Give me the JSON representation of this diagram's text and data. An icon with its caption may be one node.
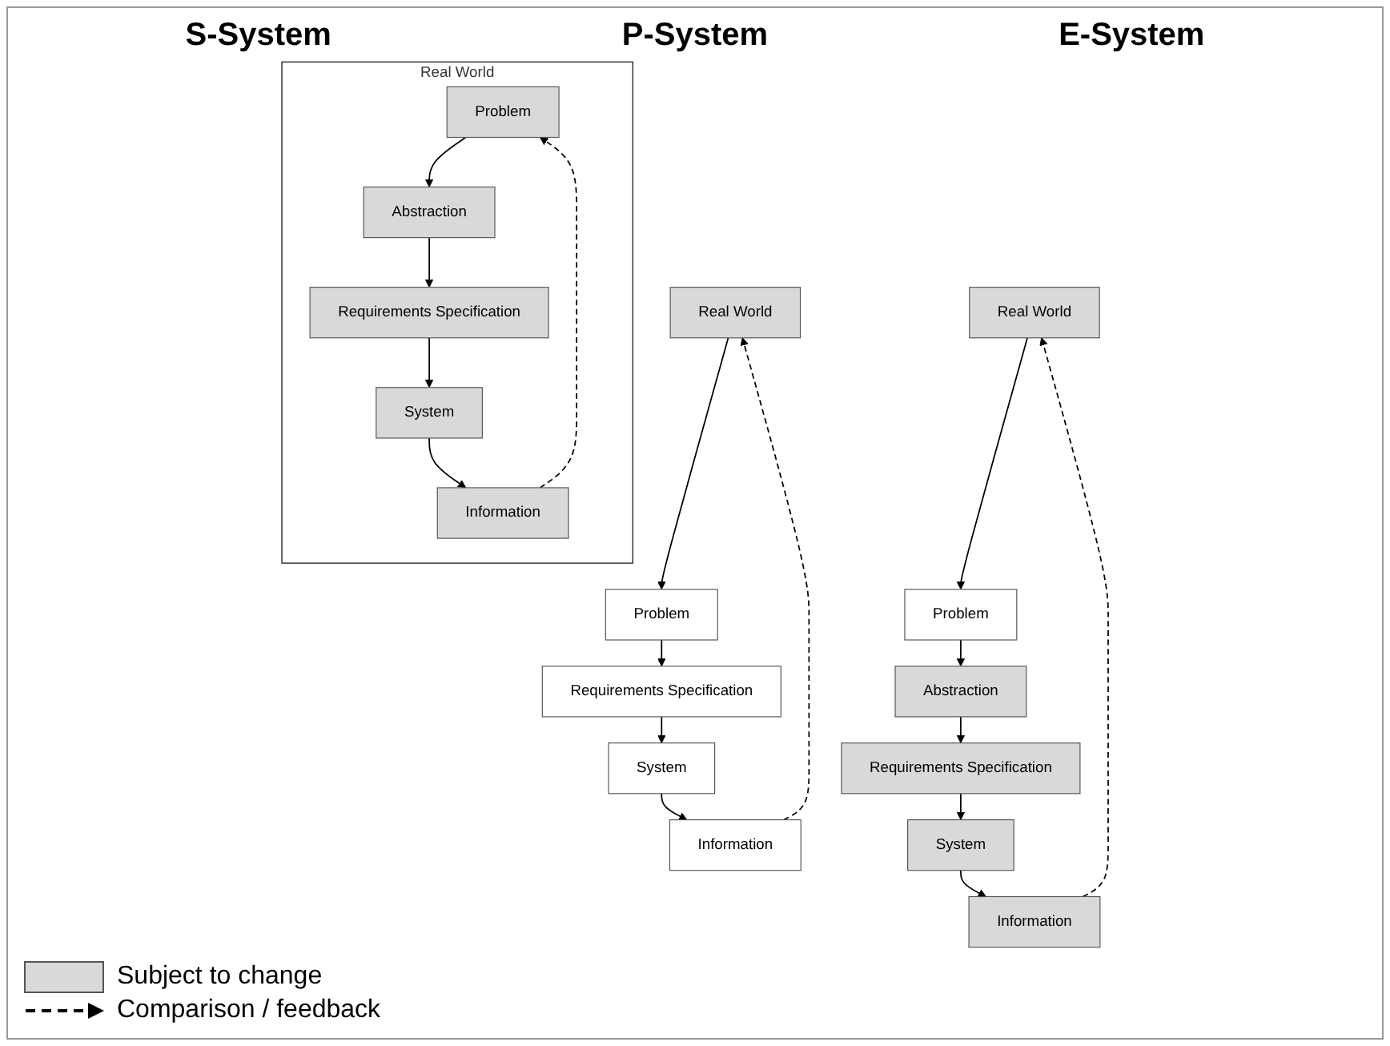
{
  "diagram": {
    "nodes": [
      {
        "text": [
          "Real World"
        ]
      },
      {
        "text": [
          "Problem"
        ]
      },
      {
        "text": [
          "Requirements Specification"
        ]
      },
      {
        "text": [
          "System"
        ]
      },
      {
        "text": [
          "Information"
        ]
      },
      {
        "text": [
          "Real World"
        ]
      },
      {
        "text": [
          "Problem"
        ]
      },
      {
        "text": [
          "Abstraction"
        ]
      },
      {
        "text": [
          "Requirements Specification"
        ]
      },
      {
        "text": [
          "System"
        ]
      },
      {
        "text": [
          "Information"
        ]
      },
      {
        "text": [
          "Real World"
        ]
      },
      {
        "text": [
          "Problem"
        ],
        "in": 11
      },
      {
        "text": [
          "Abstraction"
        ],
        "in": 11
      },
      {
        "text": [
          "Requirements Specification"
        ],
        "in": 11
      },
      {
        "text": [
          "System"
        ],
        "in": 11
      },
      {
        "text": [
          "Information"
        ],
        "in": 11
      }
    ],
    "edges": [
      {
        "from": 0,
        "to": 1,
        "arrow": "to"
      },
      {
        "from": 1,
        "to": 2,
        "arrow": "to"
      },
      {
        "from": 2,
        "to": 3,
        "arrow": "to"
      },
      {
        "from": 3,
        "to": 4,
        "arrow": "to"
      },
      {
        "from": 4,
        "to": 0,
        "arrow": "to",
        "style": "dashed"
      },
      {
        "from": 5,
        "to": 6,
        "arrow": "to"
      },
      {
        "from": 6,
        "to": 7,
        "arrow": "to"
      },
      {
        "from": 7,
        "to": 8,
        "arrow": "to"
      },
      {
        "from": 8,
        "to": 9,
        "arrow": "to"
      },
      {
        "from": 9,
        "to": 10,
        "arrow": "to"
      },
      {
        "from": 10,
        "to": 5,
        "arrow": "to",
        "style": "dashed"
      },
      {
        "from": 12,
        "to": 13,
        "arrow": "to"
      },
      {
        "from": 13,
        "to": 14,
        "arrow": "to"
      },
      {
        "from": 14,
        "to": 15,
        "arrow": "to"
      },
      {
        "from": 15,
        "to": 16,
        "arrow": "to"
      },
      {
        "from": 16,
        "to": 12,
        "arrow": "to",
        "style": "dashed"
      }
    ],
    "labels": [
      "S-System",
      "P-System",
      "E-System"
    ],
    "legend": [
      {
        "text": "Subject to change",
        "color": "#d9d9d9"
      },
      {
        "text": "Comparison / feedback"
      }
    ]
  }
}
